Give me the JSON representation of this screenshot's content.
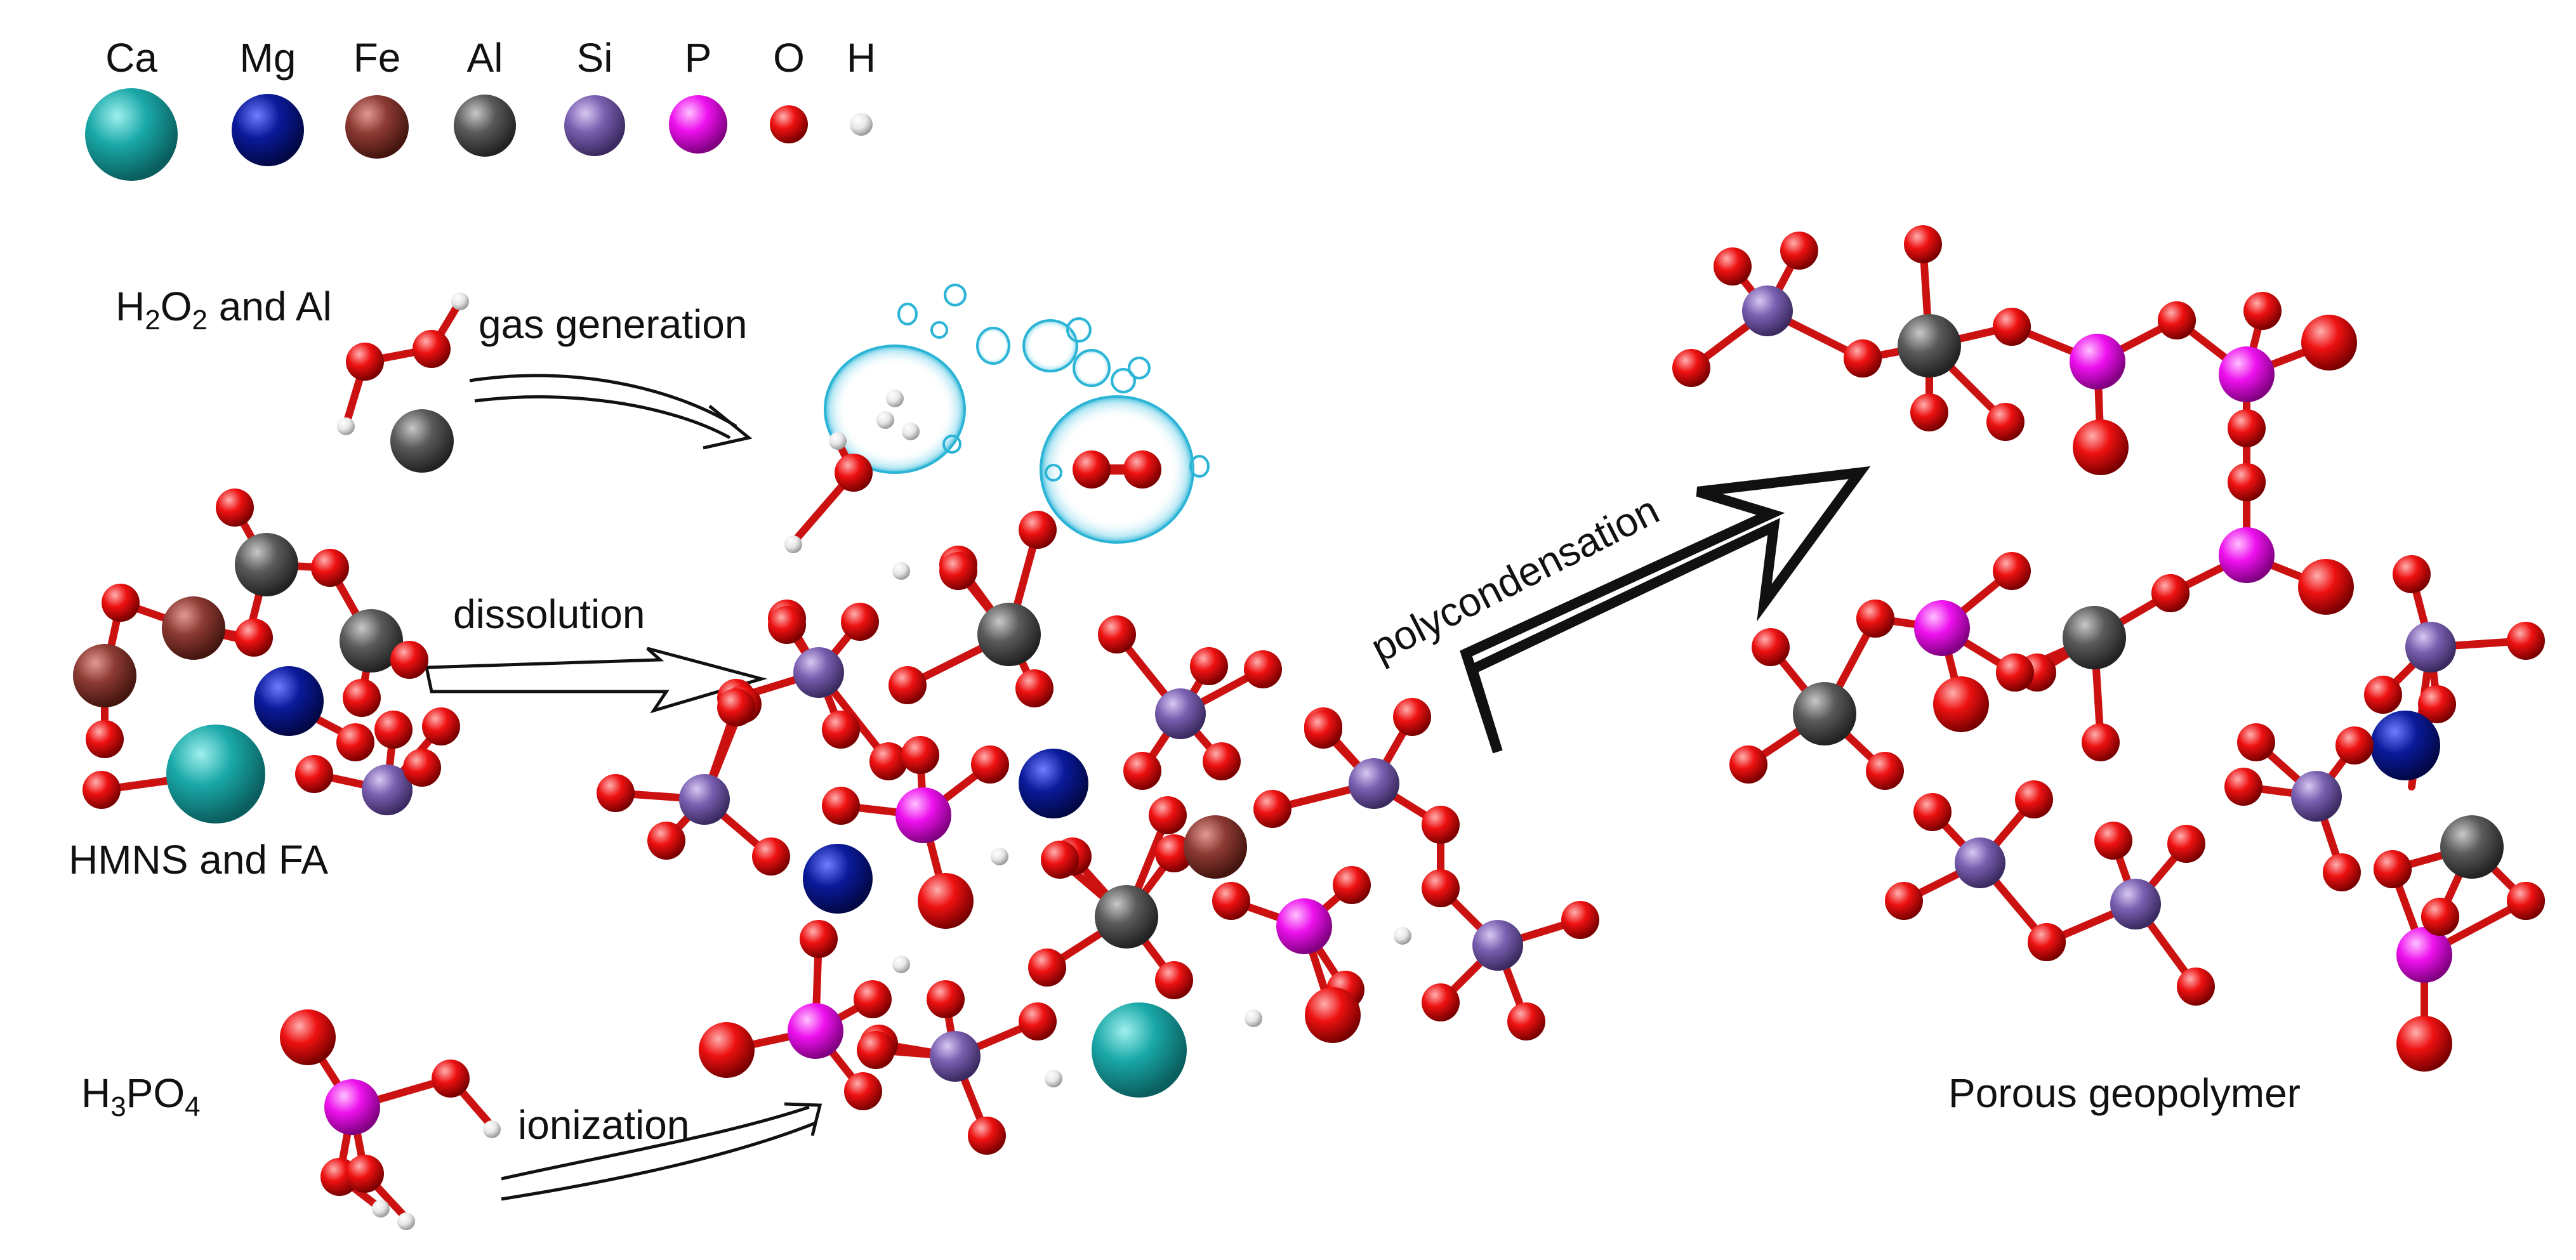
{
  "legend": {
    "items": [
      {
        "symbol": "Ca",
        "color": "#1aa8a8"
      },
      {
        "symbol": "Mg",
        "color": "#0a1a9a"
      },
      {
        "symbol": "Fe",
        "color": "#8c3a33"
      },
      {
        "symbol": "Al",
        "color": "#5a5a5a"
      },
      {
        "symbol": "Si",
        "color": "#7a5fb0"
      },
      {
        "symbol": "P",
        "color": "#ee11ee"
      },
      {
        "symbol": "O",
        "color": "#ee1111"
      },
      {
        "symbol": "H",
        "color": "#e6e6e6"
      }
    ]
  },
  "labels": {
    "h2o2_main": "H",
    "h2o2_sub1": "2",
    "h2o2_mid": "O",
    "h2o2_sub2": "2",
    "h2o2_tail": " and Al",
    "gas_generation": "gas generation",
    "dissolution": "dissolution",
    "hmns_fa": "HMNS and FA",
    "h3po4_h": "H",
    "h3po4_sub3": "3",
    "h3po4_po": "PO",
    "h3po4_sub4": "4",
    "ionization": "ionization",
    "polycondensation": "polycondensation",
    "porous_geopolymer": "Porous geopolymer"
  },
  "colors": {
    "bond": "#cc1111",
    "arrow": "#111111",
    "bubble": "#2bb4d6"
  }
}
